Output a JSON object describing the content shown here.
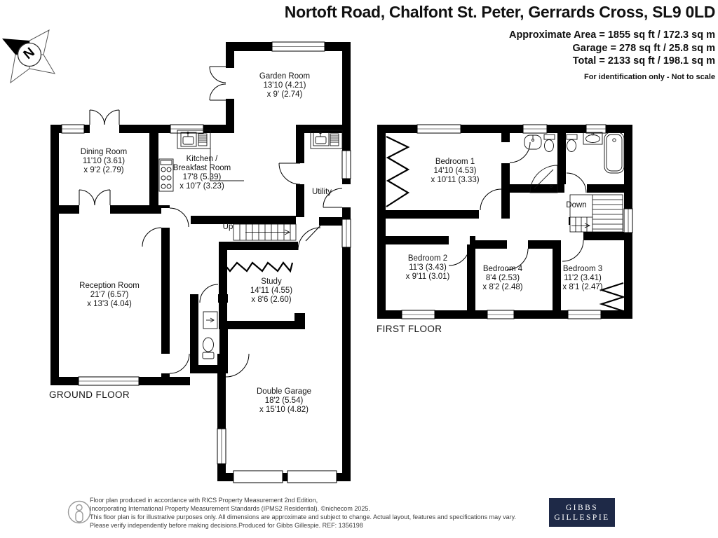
{
  "header": {
    "title": "Nortoft Road, Chalfont St. Peter, Gerrards Cross, SL9 0LD",
    "area_lines": [
      "Approximate Area = 1855 sq ft / 172.3 sq m",
      "Garage = 278 sq ft / 25.8 sq m",
      "Total = 2133 sq ft / 198.1 sq m"
    ],
    "note": "For identification only - Not to scale"
  },
  "compass": {
    "label": "N"
  },
  "ground_floor": {
    "label": "GROUND FLOOR",
    "stairs_label": "Up",
    "rooms": [
      {
        "id": "garden-room",
        "lines": [
          "Garden Room",
          "13'10 (4.21)",
          "x 9' (2.74)"
        ]
      },
      {
        "id": "dining-room",
        "lines": [
          "Dining Room",
          "11'10 (3.61)",
          "x 9'2 (2.79)"
        ]
      },
      {
        "id": "kitchen-breakfast-room",
        "lines": [
          "Kitchen /",
          "Breakfast Room",
          "17'8 (5.39)",
          "x 10'7 (3.23)"
        ]
      },
      {
        "id": "utility",
        "lines": [
          "Utility"
        ]
      },
      {
        "id": "reception-room",
        "lines": [
          "Reception Room",
          "21'7 (6.57)",
          "x 13'3 (4.04)"
        ]
      },
      {
        "id": "study",
        "lines": [
          "Study",
          "14'11 (4.55)",
          "x 8'6 (2.60)"
        ]
      },
      {
        "id": "double-garage",
        "lines": [
          "Double Garage",
          "18'2 (5.54)",
          "x 15'10 (4.82)"
        ]
      }
    ]
  },
  "first_floor": {
    "label": "FIRST FLOOR",
    "stairs_label": "Down",
    "rooms": [
      {
        "id": "bedroom-1",
        "lines": [
          "Bedroom 1",
          "14'10 (4.53)",
          "x 10'11 (3.33)"
        ]
      },
      {
        "id": "bedroom-2",
        "lines": [
          "Bedroom 2",
          "11'3 (3.43)",
          "x 9'11 (3.01)"
        ]
      },
      {
        "id": "bedroom-4",
        "lines": [
          "Bedroom 4",
          "8'4 (2.53)",
          "x 8'2 (2.48)"
        ]
      },
      {
        "id": "bedroom-3",
        "lines": [
          "Bedroom 3",
          "11'2 (3.41)",
          "x 8'1 (2.47)"
        ]
      }
    ]
  },
  "footer": {
    "disclaimer_lines": [
      "Floor plan produced in accordance with RICS Property Measurement 2nd Edition,",
      "Incorporating International Property Measurement Standards (IPMS2 Residential).  ©nichecom 2025.",
      "This floor plan is for illustrative purposes only. All dimensions are approximate and subject to change. Actual layout, features and specifications may vary.",
      "Please verify independently before making decisions.Produced for Gibbs Gillespie.   REF:  1356198"
    ],
    "logo": {
      "line1": "GIBBS",
      "line2": "GILLESPIE",
      "accent_color": "#1e2947"
    }
  }
}
